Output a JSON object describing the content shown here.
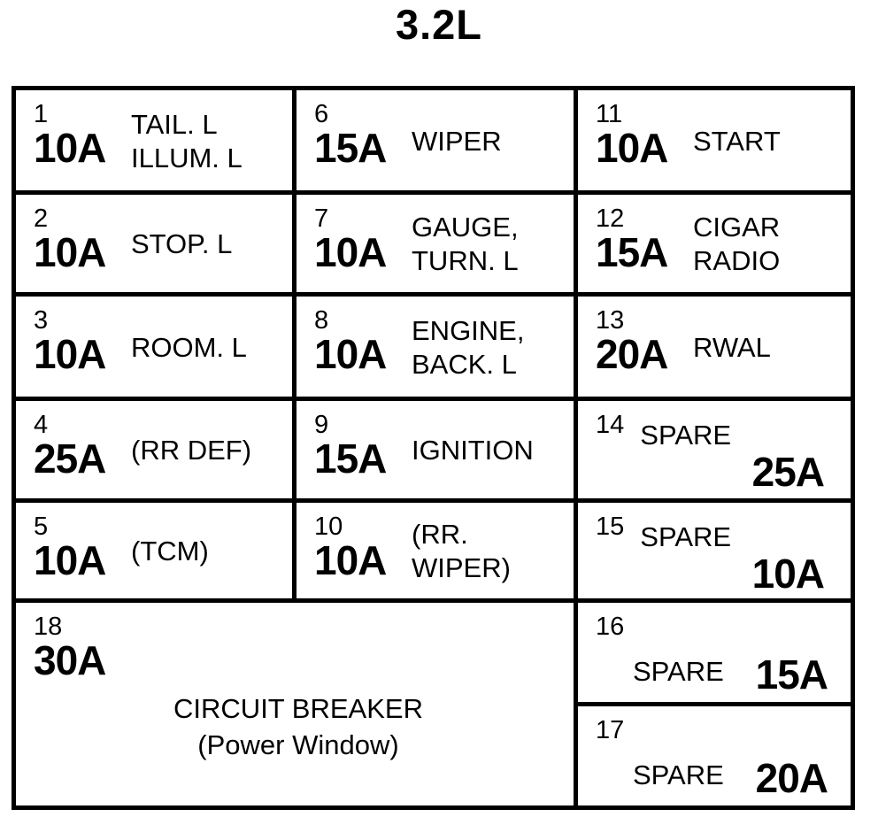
{
  "title": "3.2L",
  "colors": {
    "ink": "#000000",
    "paper": "#ffffff"
  },
  "panel_kind": "fuse-box-diagram",
  "cells": [
    {
      "num": "1",
      "amp": "10A",
      "label1": "TAIL. L",
      "label2": "ILLUM. L",
      "kind": "fuse"
    },
    {
      "num": "2",
      "amp": "10A",
      "label1": "STOP. L",
      "kind": "fuse"
    },
    {
      "num": "3",
      "amp": "10A",
      "label1": "ROOM. L",
      "kind": "fuse"
    },
    {
      "num": "4",
      "amp": "25A",
      "label1": "(RR DEF)",
      "kind": "fuse"
    },
    {
      "num": "5",
      "amp": "10A",
      "label1": "(TCM)",
      "kind": "fuse"
    },
    {
      "num": "6",
      "amp": "15A",
      "label1": "WIPER",
      "kind": "fuse"
    },
    {
      "num": "7",
      "amp": "10A",
      "label1": "GAUGE,",
      "label2": "TURN. L",
      "kind": "fuse"
    },
    {
      "num": "8",
      "amp": "10A",
      "label1": "ENGINE,",
      "label2": "BACK. L",
      "kind": "fuse"
    },
    {
      "num": "9",
      "amp": "15A",
      "label1": "IGNITION",
      "kind": "fuse"
    },
    {
      "num": "10",
      "amp": "10A",
      "label1": "(RR.",
      "label2": "WIPER)",
      "kind": "fuse"
    },
    {
      "num": "11",
      "amp": "10A",
      "label1": "START",
      "kind": "fuse"
    },
    {
      "num": "12",
      "amp": "15A",
      "label1": "CIGAR",
      "label2": "RADIO",
      "kind": "fuse"
    },
    {
      "num": "13",
      "amp": "20A",
      "label1": "RWAL",
      "kind": "fuse"
    },
    {
      "num": "14",
      "amp": "25A",
      "label1": "SPARE",
      "kind": "spare"
    },
    {
      "num": "15",
      "amp": "10A",
      "label1": "SPARE",
      "kind": "spare"
    },
    {
      "num": "16",
      "amp": "15A",
      "label1": "SPARE",
      "kind": "spare"
    },
    {
      "num": "17",
      "amp": "20A",
      "label1": "SPARE",
      "kind": "spare"
    },
    {
      "num": "18",
      "amp": "30A",
      "label1": "CIRCUIT BREAKER",
      "label2": "(Power Window)",
      "kind": "circuit-breaker"
    }
  ]
}
